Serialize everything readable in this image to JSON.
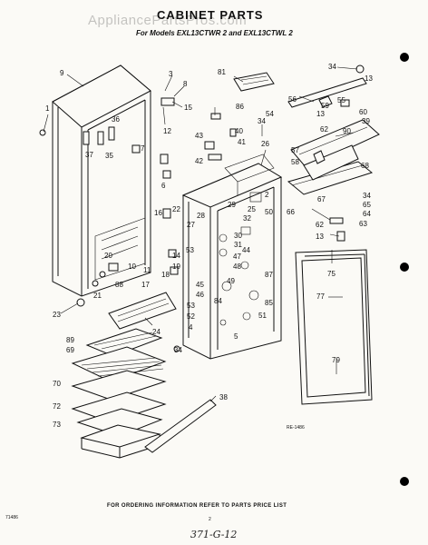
{
  "watermark": "AppliancePartsPros.com",
  "title": "CABINET PARTS",
  "subtitle": "For Models EXL13CTWR 2 and EXL13CTWL 2",
  "diagram_code": "RE-1486",
  "footer_note": "FOR ORDERING INFORMATION REFER TO PARTS PRICE LIST",
  "footer_left": "71486",
  "page_number": "2",
  "handwritten": "371-G-12",
  "callouts": [
    "1",
    "3",
    "9",
    "8",
    "15",
    "12",
    "36",
    "37",
    "35",
    "7",
    "6",
    "16",
    "22",
    "20",
    "21",
    "10",
    "11",
    "17",
    "18",
    "88",
    "23",
    "14",
    "19",
    "24",
    "89",
    "69",
    "70",
    "72",
    "73",
    "38",
    "81",
    "86",
    "43",
    "42",
    "40",
    "41",
    "34",
    "54",
    "26",
    "2",
    "28",
    "29",
    "27",
    "25",
    "32",
    "30",
    "31",
    "53",
    "44",
    "47",
    "48",
    "45",
    "46",
    "49",
    "84",
    "50",
    "87",
    "85",
    "52",
    "51",
    "4",
    "5",
    "56",
    "59",
    "55",
    "13",
    "60",
    "39",
    "62",
    "90",
    "57",
    "58",
    "68",
    "67",
    "66",
    "65",
    "64",
    "63",
    "75",
    "77",
    "79"
  ]
}
